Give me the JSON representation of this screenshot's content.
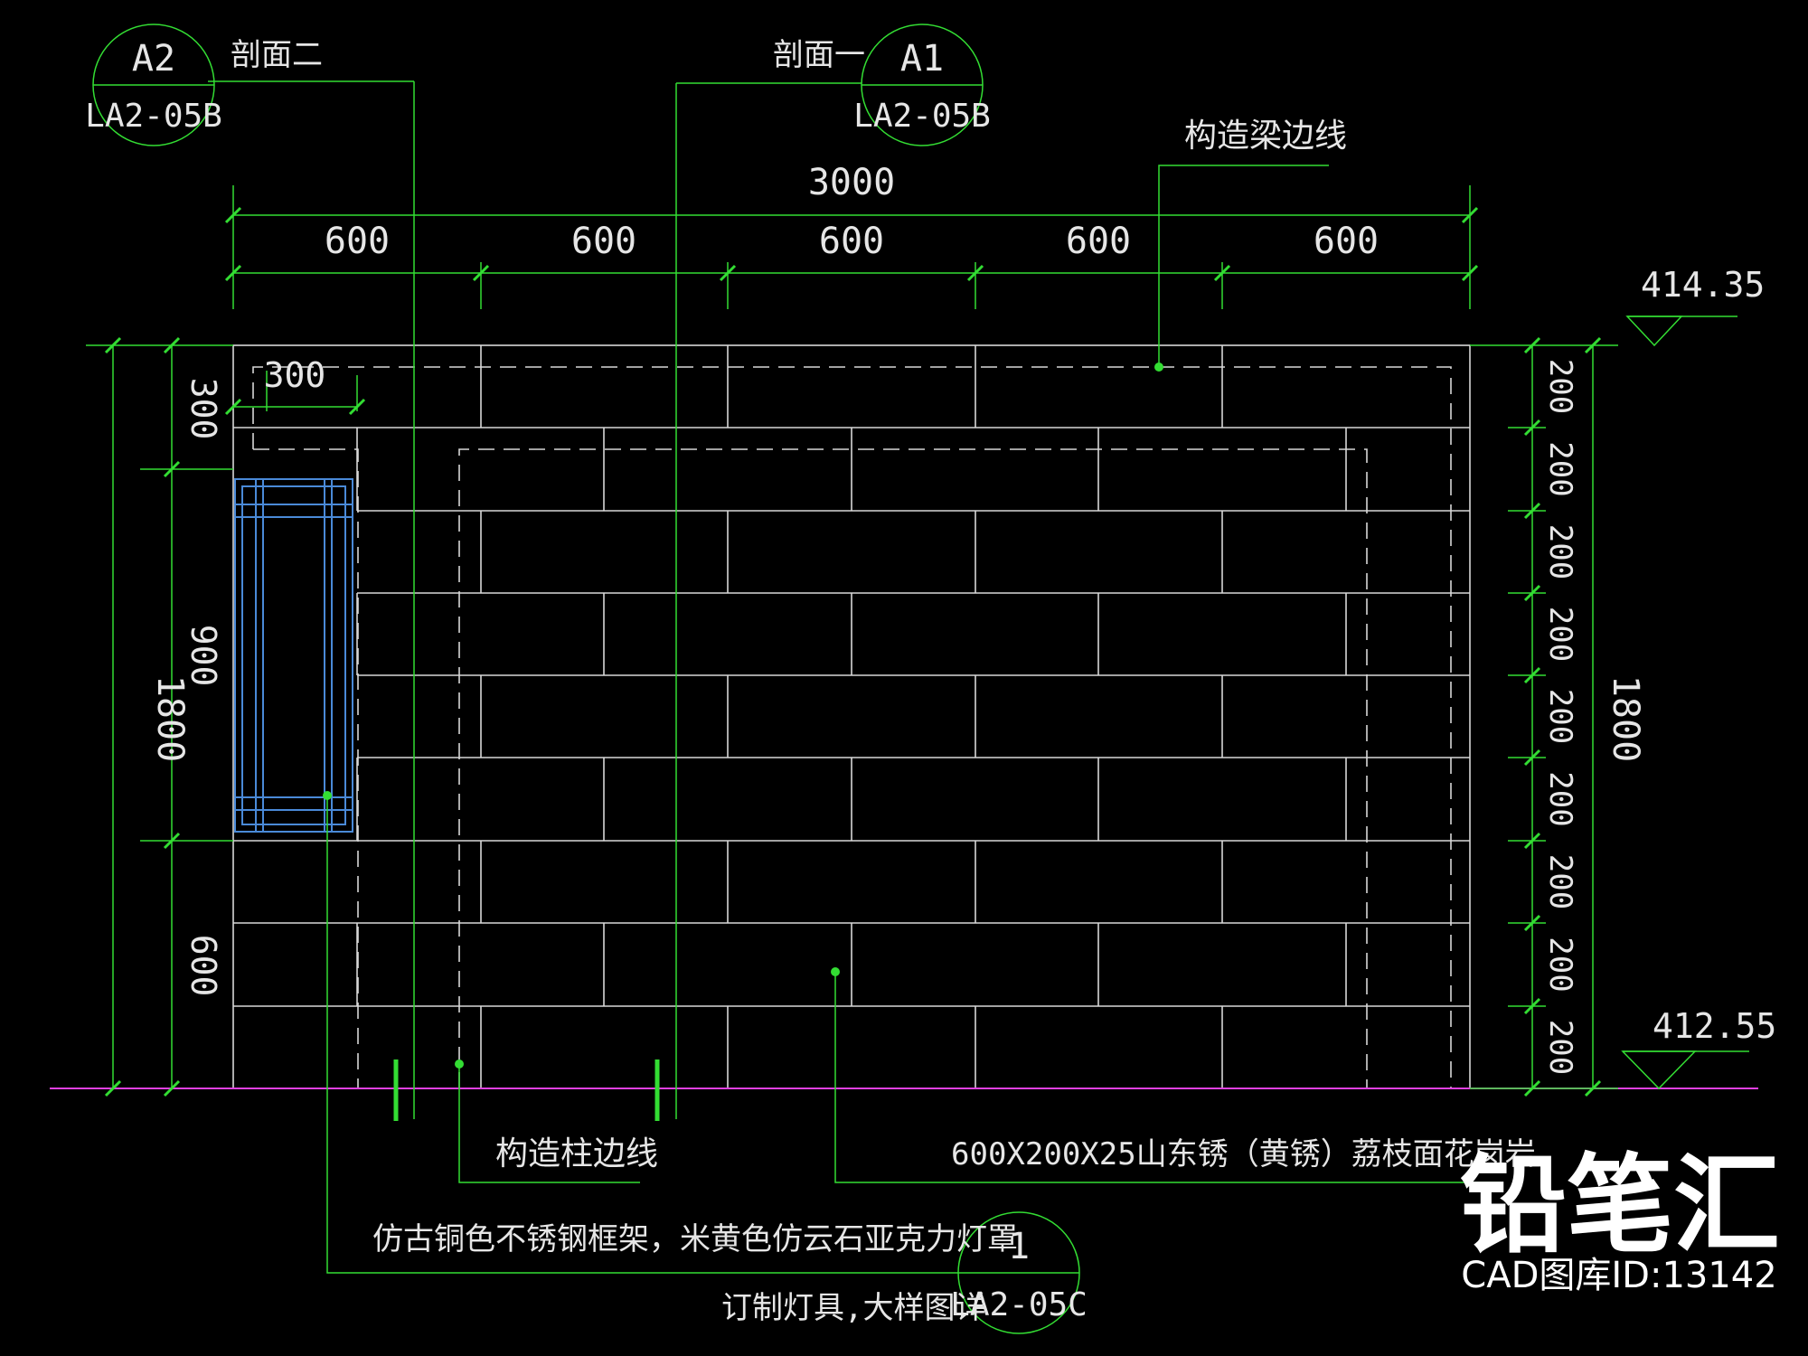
{
  "colors": {
    "background": "#000000",
    "wall_line": "#d8d8d8",
    "dim_line": "#33dd33",
    "ground_line": "#e040e0",
    "lamp_line": "#4a8ad8",
    "text": "#e6e6e6"
  },
  "section_markers": [
    {
      "number": "A2",
      "sheet": "LA2-05B",
      "label": "剖面二"
    },
    {
      "number": "A1",
      "sheet": "LA2-05B",
      "label": "剖面一"
    }
  ],
  "detail_marker": {
    "number": "1",
    "sheet": "LA2-05C"
  },
  "dimensions": {
    "overall_width": "3000",
    "top_segments": [
      "600",
      "600",
      "600",
      "600",
      "600"
    ],
    "left_total": "1800",
    "left_segments": [
      "300",
      "900",
      "600"
    ],
    "inset": "300",
    "right_total": "1800",
    "right_segments": [
      "200",
      "200",
      "200",
      "200",
      "200",
      "200",
      "200",
      "200",
      "200"
    ]
  },
  "elevations": {
    "top": "414.35",
    "bottom": "412.55"
  },
  "annotations": {
    "beam_edge": "构造梁边线",
    "column_edge": "构造柱边线",
    "granite": "600X200X25山东锈（黄锈）荔枝面花岗岩",
    "lamp_frame": "仿古铜色不锈钢框架，米黄色仿云石亚克力灯罩",
    "lamp_custom": "订制灯具,大样图详"
  },
  "watermark": {
    "brand": "铅笔汇",
    "id_text": "CAD图库ID:13142"
  }
}
